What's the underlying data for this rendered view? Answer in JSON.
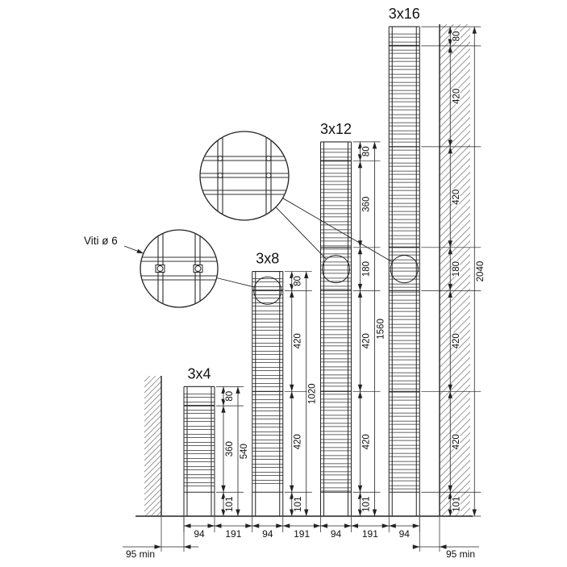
{
  "diagram": {
    "note_label": "Viti ø 6",
    "columns": [
      {
        "label": "3x4",
        "overall": 540,
        "segments": [
          80,
          360,
          101
        ],
        "marker": null
      },
      {
        "label": "3x8",
        "overall": 1020,
        "segments": [
          80,
          420,
          420,
          101
        ],
        "marker": {
          "type": "boundary",
          "index": 1
        }
      },
      {
        "label": "3x12",
        "overall": 1560,
        "segments": [
          80,
          360,
          180,
          420,
          420,
          101
        ],
        "marker": {
          "type": "segment",
          "index": 2
        }
      },
      {
        "label": "3x16",
        "overall": 2040,
        "segments": [
          80,
          420,
          420,
          180,
          420,
          420,
          101
        ],
        "marker": {
          "type": "segment",
          "index": 3
        }
      }
    ],
    "bottom_dims": {
      "widths": [
        "94",
        "94",
        "94",
        "94"
      ],
      "gaps": [
        "191",
        "191",
        "191"
      ],
      "left_margin": "95 min",
      "right_margin": "95 min"
    }
  }
}
